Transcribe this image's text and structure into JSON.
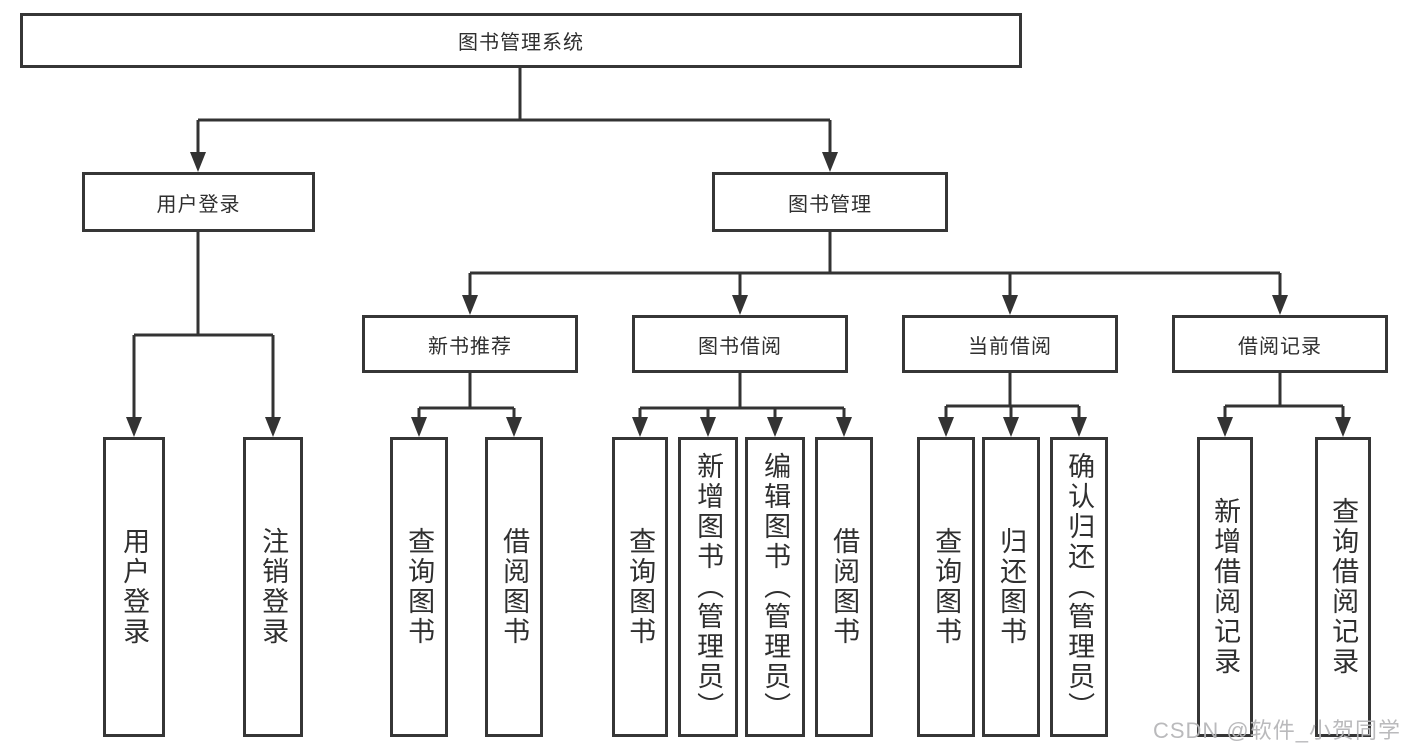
{
  "diagram_type": "tree",
  "tree": {
    "label": "图书管理系统",
    "children": [
      {
        "label": "用户登录",
        "children": [
          {
            "label": "用户登录"
          },
          {
            "label": "注销登录"
          }
        ]
      },
      {
        "label": "图书管理",
        "children": [
          {
            "label": "新书推荐",
            "children": [
              {
                "label": "查询图书"
              },
              {
                "label": "借阅图书"
              }
            ]
          },
          {
            "label": "图书借阅",
            "children": [
              {
                "label": "查询图书"
              },
              {
                "label": "新增图书（管理员）"
              },
              {
                "label": "编辑图书（管理员）"
              },
              {
                "label": "借阅图书"
              }
            ]
          },
          {
            "label": "当前借阅",
            "children": [
              {
                "label": "查询图书"
              },
              {
                "label": "归还图书"
              },
              {
                "label": "确认归还（管理员）"
              }
            ]
          },
          {
            "label": "借阅记录",
            "children": [
              {
                "label": "新增借阅记录"
              },
              {
                "label": "查询借阅记录"
              }
            ]
          }
        ]
      }
    ]
  },
  "watermark": "CSDN @软件_小贺同学",
  "colors": {
    "line": "#333333",
    "box_border": "#363636",
    "box_fill": "#ffffff",
    "text": "#2f2f2f",
    "watermark": "#b7b7b9"
  }
}
